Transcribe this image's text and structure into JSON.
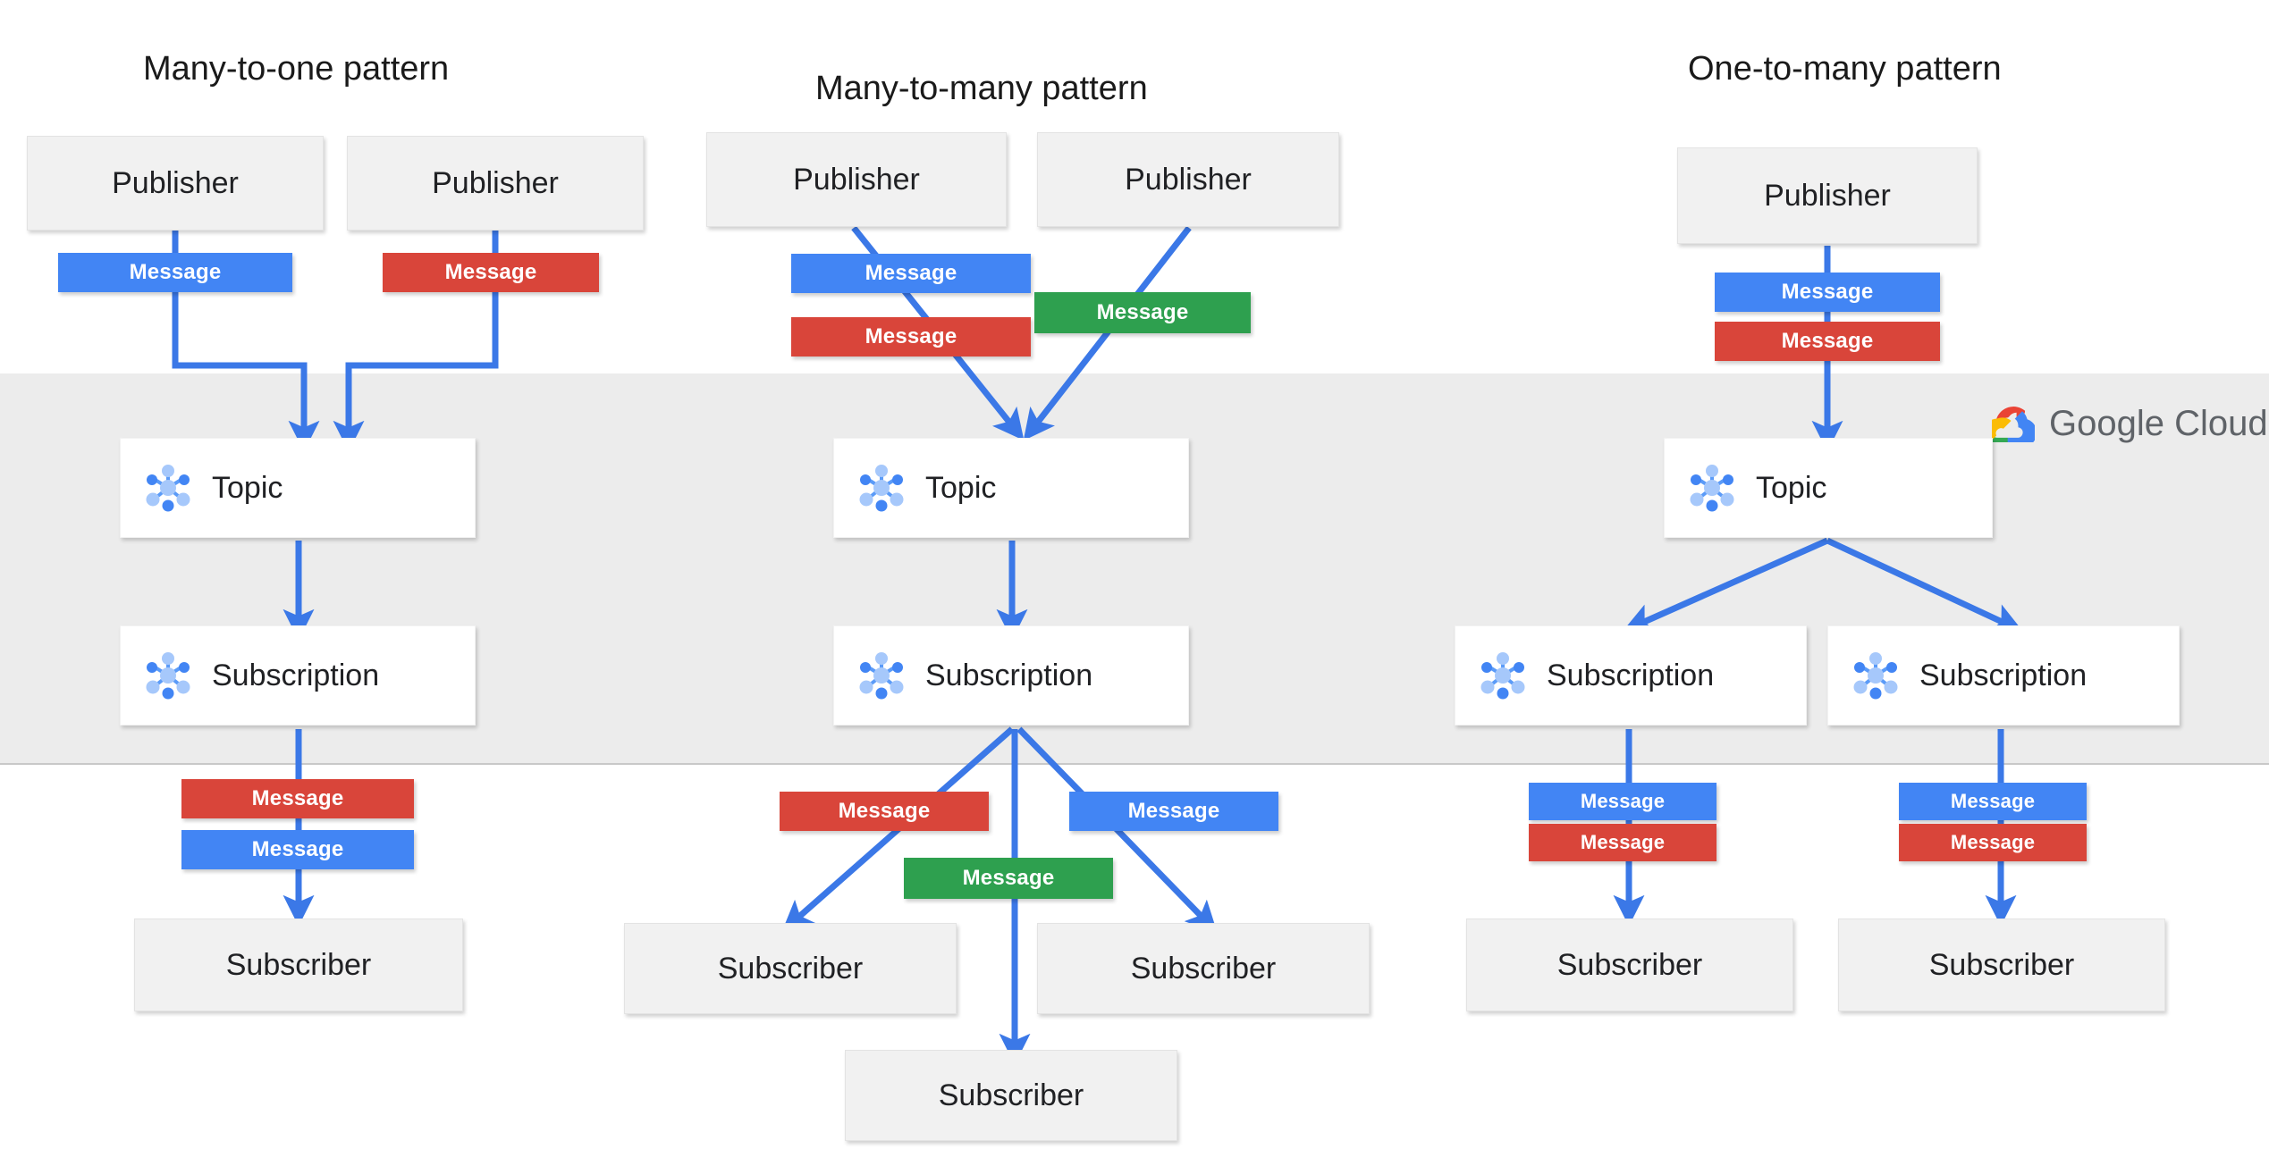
{
  "brand": {
    "logo_name": "google-cloud-logo",
    "text_google": "Google",
    "text_cloud": "Cloud",
    "colors": {
      "blue": "#4285f4",
      "red": "#d9453a",
      "green": "#2ea04f",
      "yellow": "#fbbc05",
      "band": "#ececec",
      "box_grey": "#f1f1f1",
      "box_white": "#ffffff",
      "arrow": "#3b78e7",
      "text": "#202124",
      "logo_text": "#5f6368"
    }
  },
  "columns": [
    {
      "id": "many-to-one",
      "heading": "Many-to-one pattern",
      "publishers": [
        {
          "label": "Publisher"
        },
        {
          "label": "Publisher"
        }
      ],
      "publish_messages": [
        {
          "label": "Message",
          "color": "blue"
        },
        {
          "label": "Message",
          "color": "red"
        }
      ],
      "topics": [
        {
          "label": "Topic",
          "icon": "pubsub-node-icon"
        }
      ],
      "subscriptions": [
        {
          "label": "Subscription",
          "icon": "pubsub-node-icon"
        }
      ],
      "deliver_messages": [
        {
          "label": "Message",
          "color": "red"
        },
        {
          "label": "Message",
          "color": "blue"
        }
      ],
      "subscribers": [
        {
          "label": "Subscriber"
        }
      ]
    },
    {
      "id": "many-to-many",
      "heading": "Many-to-many  pattern",
      "publishers": [
        {
          "label": "Publisher"
        },
        {
          "label": "Publisher"
        }
      ],
      "publish_messages": [
        {
          "label": "Message",
          "color": "blue"
        },
        {
          "label": "Message",
          "color": "red"
        },
        {
          "label": "Message",
          "color": "green"
        }
      ],
      "topics": [
        {
          "label": "Topic",
          "icon": "pubsub-node-icon"
        }
      ],
      "subscriptions": [
        {
          "label": "Subscription",
          "icon": "pubsub-node-icon"
        }
      ],
      "deliver_messages": [
        {
          "label": "Message",
          "color": "red"
        },
        {
          "label": "Message",
          "color": "blue"
        },
        {
          "label": "Message",
          "color": "green"
        }
      ],
      "subscribers": [
        {
          "label": "Subscriber"
        },
        {
          "label": "Subscriber"
        },
        {
          "label": "Subscriber"
        }
      ]
    },
    {
      "id": "one-to-many",
      "heading": "One-to-many pattern",
      "publishers": [
        {
          "label": "Publisher"
        }
      ],
      "publish_messages": [
        {
          "label": "Message",
          "color": "blue"
        },
        {
          "label": "Message",
          "color": "red"
        }
      ],
      "topics": [
        {
          "label": "Topic",
          "icon": "pubsub-node-icon"
        }
      ],
      "subscriptions": [
        {
          "label": "Subscription",
          "icon": "pubsub-node-icon"
        },
        {
          "label": "Subscription",
          "icon": "pubsub-node-icon"
        }
      ],
      "deliver_messages": [
        {
          "label": "Message",
          "color": "blue"
        },
        {
          "label": "Message",
          "color": "red"
        },
        {
          "label": "Message",
          "color": "blue"
        },
        {
          "label": "Message",
          "color": "red"
        }
      ],
      "subscribers": [
        {
          "label": "Subscriber"
        },
        {
          "label": "Subscriber"
        }
      ]
    }
  ]
}
